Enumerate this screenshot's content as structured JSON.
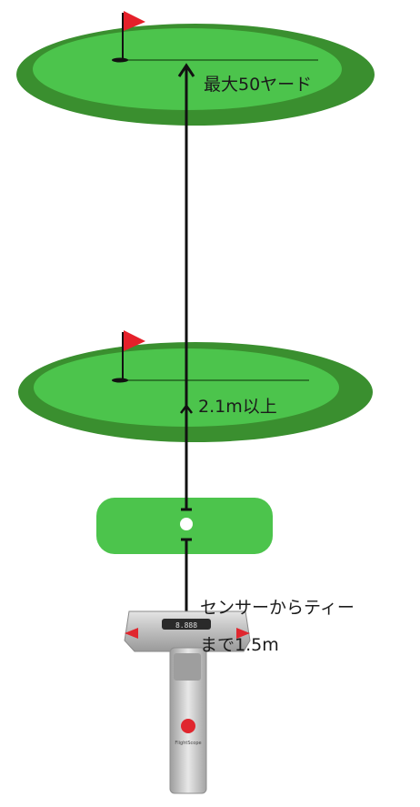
{
  "labels": {
    "max_distance": "最大50ヤード",
    "min_distance": "2.1m以上",
    "sensor_to_tee_line1": "センサーからティー",
    "sensor_to_tee_line2": "まで1.5m"
  },
  "device": {
    "display_text": "8.888",
    "brand_text": "FlightScope"
  },
  "colors": {
    "green_outer": "#3a8f2f",
    "green_inner": "#4cc44c",
    "tee_pad": "#4cc44c",
    "flag": "#e5202a",
    "line": "#111111",
    "device_body": "#c9c9c9",
    "device_accent": "#e0262e"
  }
}
